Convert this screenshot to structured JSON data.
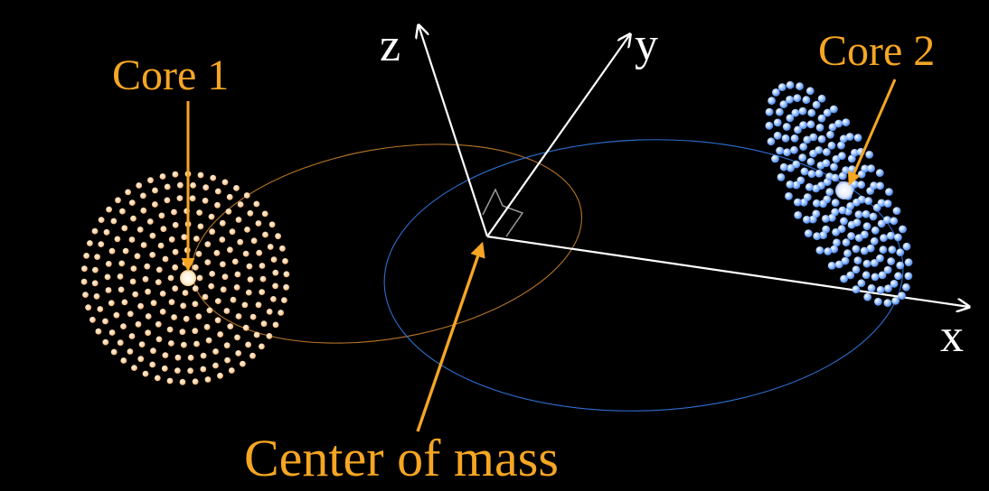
{
  "labels": {
    "core1": "Core 1",
    "core2": "Core 2",
    "center": "Center of mass",
    "axis_x": "x",
    "axis_y": "y",
    "axis_z": "z"
  },
  "colors": {
    "background": "#000000",
    "highlight": "#F5A623",
    "axes": "#FFFFFF",
    "core1_particles": "#FFCC99",
    "core2_particles": "#6FA8FF",
    "orbit1": "#B9772A",
    "orbit2": "#2E6FD0",
    "angle_marker": "#9A9A9A"
  },
  "icons": {
    "core1_disk": "particle-ring-disk-icon",
    "core2_disk": "particle-ring-disk-icon",
    "angle_marker": "right-angle-icon"
  }
}
